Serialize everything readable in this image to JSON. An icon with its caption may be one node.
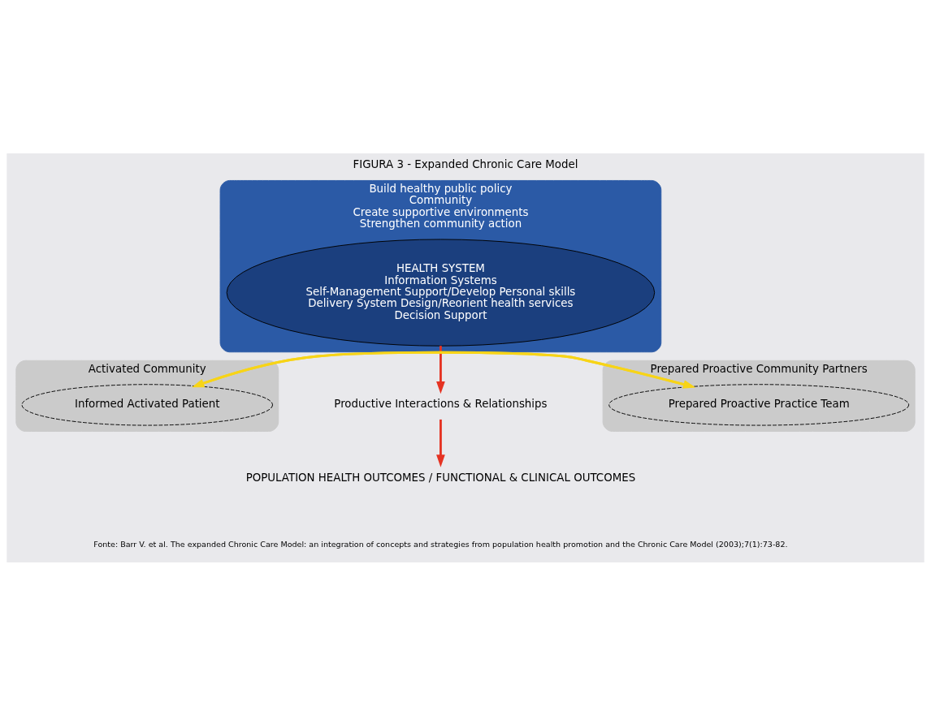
{
  "diagram": {
    "title": "FIGURA 3 - Expanded Chronic Care Model",
    "caption": "Fonte: Barr V. et al. The expanded Chronic Care Model: an integration of concepts and strategies from population health promotion and the Chronic Care Model (2003);7(1):73-82.",
    "nodes": [
      {
        "text": [
          "Build healthy public policy",
          "Community",
          "Create supportive environments",
          "Strengthen community action"
        ]
      },
      {
        "text": [
          "HEALTH SYSTEM",
          "Information Systems",
          "Self-Management Support/Develop Personal skills",
          "Delivery System Design/Reorient health services",
          "Decision Support"
        ],
        "in": 0
      },
      {
        "text": [
          "Activated Community"
        ]
      },
      {
        "text": [
          "Informed Activated Patient"
        ],
        "in": 2
      },
      {
        "text": [
          "Productive Interactions & Relationships"
        ]
      },
      {
        "text": [
          "Prepared Proactive Community Partners"
        ]
      },
      {
        "text": [
          "Prepared Proactive Practice Team"
        ],
        "in": 5
      },
      {
        "text": [
          "POPULATION HEALTH OUTCOMES / FUNCTIONAL & CLINICAL OUTCOMES"
        ]
      }
    ],
    "edges": [
      {
        "from": 1,
        "to": 4,
        "arrow": "to",
        "color": "#e53323"
      },
      {
        "from": 3,
        "to": 6,
        "arrow": "to",
        "color": "#f7d417"
      },
      {
        "from": 6,
        "to": 3,
        "arrow": "to",
        "color": "#f7d417"
      },
      {
        "from": 4,
        "to": 7,
        "arrow": "to",
        "color": "#e53323"
      }
    ]
  }
}
